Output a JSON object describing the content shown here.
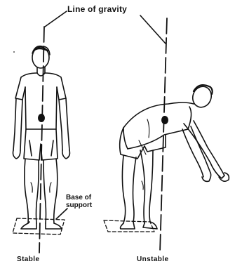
{
  "diagram": {
    "gravity_label": "Line of gravity",
    "base_label": "Base of support",
    "stable_label": "Stable",
    "unstable_label": "Unstable"
  },
  "colors": {
    "ink": "#111111",
    "background": "#ffffff"
  }
}
